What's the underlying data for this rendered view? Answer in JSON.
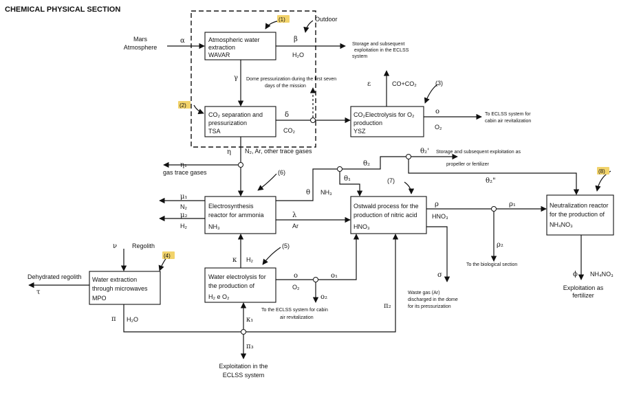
{
  "title": "CHEMICAL PHYSICAL SECTION",
  "labels": {
    "mars_atmosphere": [
      "Mars",
      "Atmosphere"
    ],
    "outdoor": "Outdoor",
    "storage_eclss": [
      "Storage and subsequent",
      "exploitation in the ECLSS",
      "system"
    ],
    "h2o_top": "H₂O",
    "dome_pressurization": [
      "Dome pressurization during the first seven",
      "days of the mission"
    ],
    "co_co2": "CO+CO₂",
    "to_eclss_cabin": [
      "To  ECLSS system for",
      "cabin air revitalization"
    ],
    "o2_right": "O₂",
    "co2_mid": "CO₂",
    "n2_ar": "N₂, Ar, other trace gases",
    "gas_trace": "gas trace gases",
    "storage_propeller": [
      "Storage and subsequent exploitation as",
      "propeller or fertilizer"
    ],
    "nh3_flow": "NH₃",
    "n2": "N₂",
    "h2": "H₂",
    "ar": "Ar",
    "hno3_flow": "HNO₃",
    "to_bio": "To the biological section",
    "regolith": "Regolith",
    "dehydrated": "Dehydrated regolith",
    "h2_mid": "H₂",
    "o2_mid": "O₂",
    "h2o_bottom": "H₂O",
    "to_eclss_bottom": [
      "To the ECLSS system for cabin",
      "air revitalization"
    ],
    "waste_gas": [
      "Waste gas (Ar)",
      "discharged in the dome",
      "for its pressurization"
    ],
    "nh4no3_flow": "NH₄NO₃",
    "exploitation_fert": [
      "Exploitation as",
      "fertilizer"
    ],
    "exploitation_eclss": [
      "Exploitation in the",
      "ECLSS system"
    ]
  },
  "greek": {
    "alpha": "α",
    "beta": "β",
    "gamma": "γ",
    "delta": "δ",
    "epsilon": "ε",
    "o": "o",
    "eta": "η",
    "eta1": "η₁",
    "theta": "θ",
    "theta1": "θ₁",
    "theta2": "θ₂",
    "theta2p": "θ₂'",
    "theta2pp": "θ₂\"",
    "mu1": "μ₁",
    "mu2": "μ₂",
    "lambda": "λ",
    "rho": "ρ",
    "rho1": "ρ₁",
    "rho2": "ρ₂",
    "nu": "ν",
    "tau": "τ",
    "pi": "π",
    "pi2": "π₂",
    "pi3": "π₃",
    "kappa": "κ",
    "kappa1": "κ₁",
    "o_e": "o",
    "o1": "o₁",
    "o2": "o₂",
    "sigma": "σ",
    "phi": "ϕ"
  },
  "boxes": {
    "wavar": [
      "Atmospheric water",
      "extraction",
      "WAVAR"
    ],
    "tsa": [
      "CO₂ separation and",
      "pressurization",
      "TSA"
    ],
    "ysz": [
      "CO₂Electrolysis for O₂",
      "production",
      "YSZ"
    ],
    "ammonia": [
      "Electrosynthesis",
      "reactor for ammonia",
      "NH₃"
    ],
    "ostwald": [
      "Ostwald process for the",
      "production of nitric acid",
      "HNO₃"
    ],
    "neutral": [
      "Neutralization reactor",
      "for the production of",
      "NH₄NO₃"
    ],
    "mpo": [
      "Water extraction",
      "through microwaves",
      "MPO"
    ],
    "h2o_elec": [
      "Water electrolysis for",
      "the production of",
      "H₂ e O₂"
    ]
  },
  "badges": [
    "(1)",
    "(2)",
    "(3)",
    "(4)",
    "(5)",
    "(6)",
    "(7)",
    "(8)"
  ]
}
